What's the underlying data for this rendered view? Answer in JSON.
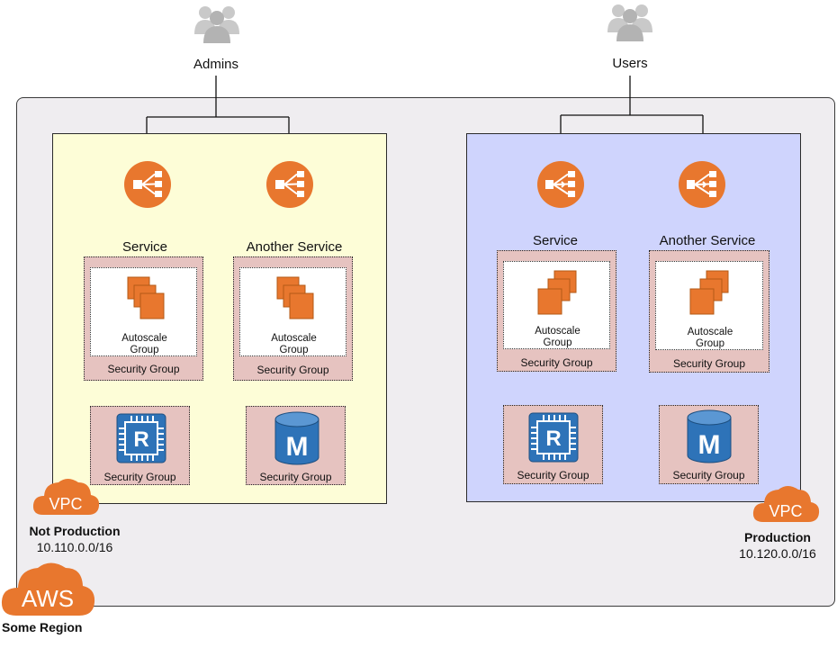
{
  "users_groups": {
    "admins": {
      "label": "Admins",
      "icon": "users-group-icon"
    },
    "users": {
      "label": "Users",
      "icon": "users-group-icon"
    }
  },
  "region": {
    "name": "Some Region",
    "badge": "AWS"
  },
  "vpcs": {
    "not_production": {
      "badge": "VPC",
      "name": "Not Production",
      "cidr": "10.110.0.0/16",
      "services": [
        {
          "title": "Service",
          "asg_label": "Autoscale Group",
          "sg_label": "Security Group"
        },
        {
          "title": "Another Service",
          "asg_label": "Autoscale Group",
          "sg_label": "Security Group"
        }
      ],
      "databases": [
        {
          "icon": "rds-icon",
          "glyph": "R",
          "sg_label": "Security Group"
        },
        {
          "icon": "memcached-icon",
          "glyph": "M",
          "sg_label": "Security Group"
        }
      ]
    },
    "production": {
      "badge": "VPC",
      "name": "Production",
      "cidr": "10.120.0.0/16",
      "services": [
        {
          "title": "Service",
          "asg_label": "Autoscale Group",
          "sg_label": "Security Group"
        },
        {
          "title": "Another Service",
          "asg_label": "Autoscale Group",
          "sg_label": "Security Group"
        }
      ],
      "databases": [
        {
          "icon": "rds-icon",
          "glyph": "R",
          "sg_label": "Security Group"
        },
        {
          "icon": "memcached-icon",
          "glyph": "M",
          "sg_label": "Security Group"
        }
      ]
    }
  },
  "colors": {
    "aws_orange": "#e8772e",
    "np_fill": "#fdfdd7",
    "p_fill": "#cfd4fd",
    "sg_fill": "#e6c3c0",
    "db_blue": "#2e73b8",
    "region_fill": "#efedf0"
  }
}
